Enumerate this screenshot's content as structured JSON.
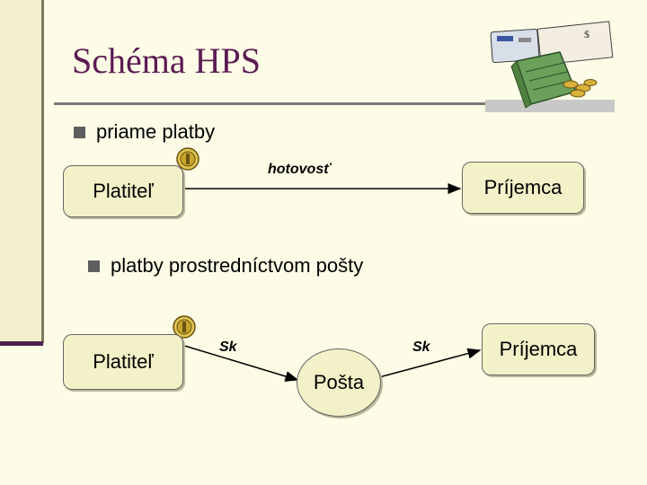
{
  "slide": {
    "title": "Schéma HPS"
  },
  "section1": {
    "bullet": "priame platby",
    "payer": "Platiteľ",
    "recipient": "Príjemca",
    "edge_label": "hotovosť"
  },
  "section2": {
    "bullet": "platby prostredníctvom pošty",
    "payer": "Platiteľ",
    "post": "Pošta",
    "recipient": "Príjemca",
    "edge_label_left": "Sk",
    "edge_label_right": "Sk"
  },
  "colors": {
    "title": "#5b1b53",
    "node_fill": "#f3f1c8",
    "background": "#fdfce6",
    "coin": "#c7a62b"
  },
  "icons": [
    "money-clipart-icon",
    "coin-icon"
  ]
}
